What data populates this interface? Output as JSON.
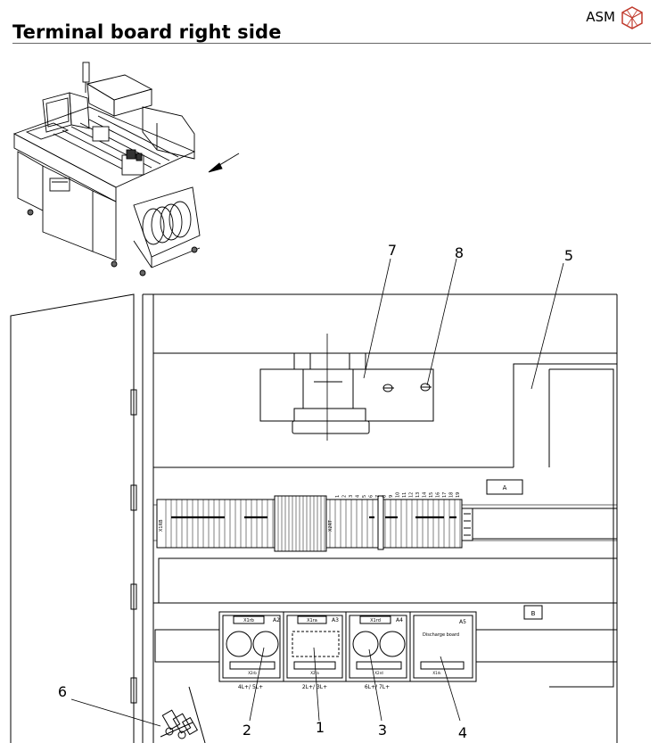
{
  "header": {
    "title": "Terminal board right side",
    "brand": "ASM"
  },
  "callouts": [
    "1",
    "2",
    "3",
    "4",
    "5",
    "6",
    "7",
    "8"
  ],
  "modules": {
    "a2": {
      "slot": "A2",
      "top_label": "X1rb",
      "bottom_label": "X2rb",
      "voltage": "4L+/ 5L+"
    },
    "a3": {
      "slot": "A3",
      "top_label": "X1ra",
      "bottom_label": "X2ra",
      "voltage": "2L+/ 3L+"
    },
    "a4": {
      "slot": "A4",
      "top_label": "X1rd",
      "bottom_label": "X2rd",
      "voltage": "6L+/ 7L+"
    },
    "a5": {
      "slot": "A5",
      "name": "Discharge board",
      "bottom_label": "X1rk"
    }
  },
  "boxes": {
    "a": "A",
    "b": "B"
  },
  "terminal_strips": [
    "X1RB",
    "X2RT"
  ],
  "terminal_numbers": [
    "1",
    "2",
    "3",
    "4",
    "5",
    "6",
    "7",
    "8",
    "9",
    "10",
    "11",
    "12",
    "13",
    "14",
    "15",
    "16",
    "17",
    "18",
    "19"
  ],
  "colors": {
    "line": "#000000",
    "rule": "#666666",
    "logo": "#c0392b"
  }
}
